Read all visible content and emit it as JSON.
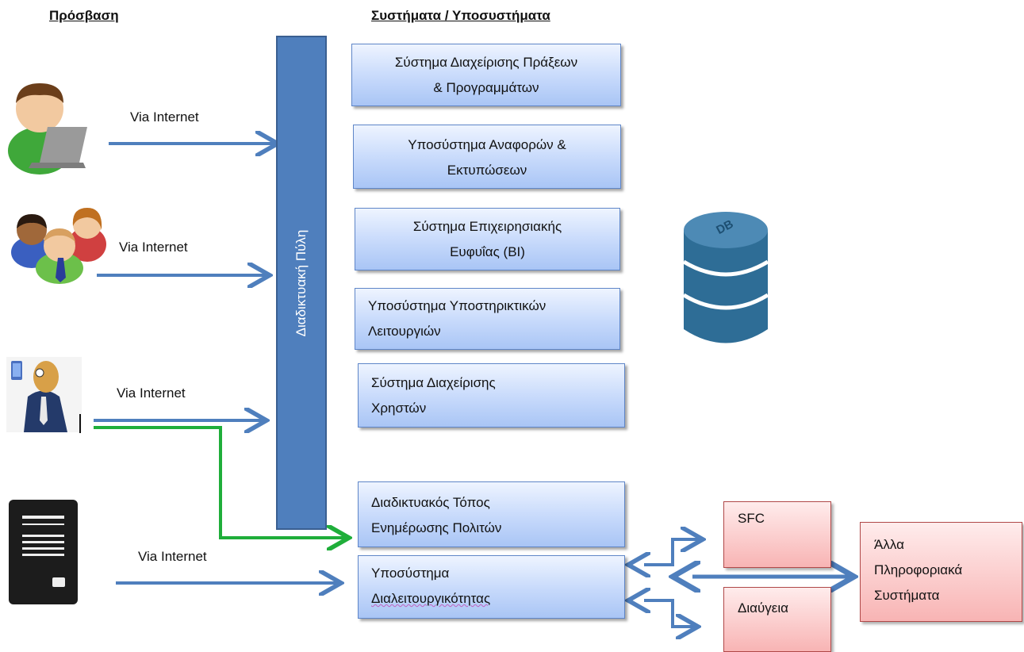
{
  "headings": {
    "access": "Πρόσβαση",
    "systems": "Συστήματα / Υποσυστήματα"
  },
  "access_labels": [
    "Via Internet",
    "Via Internet",
    "Via Internet",
    "Via Internet"
  ],
  "portal_label": "Διαδικτυακή Πύλη",
  "systems": [
    {
      "line1": "Σύστημα Διαχείρισης Πράξεων",
      "line2": "& Προγραμμάτων"
    },
    {
      "line1": "Υποσύστημα Αναφορών &",
      "line2": "Εκτυπώσεων"
    },
    {
      "line1": "Σύστημα Επιχειρησιακής",
      "line2": "Ευφυΐας (BI)"
    },
    {
      "line1": "Υποσύστημα Υποστηρικτικών",
      "line2": "Λειτουργιών"
    },
    {
      "line1": "Σύστημα Διαχείρισης",
      "line2": "Χρηστών"
    }
  ],
  "citizen_site": {
    "line1": "Διαδικτυακός Τόπος",
    "line2": "Ενημέρωσης Πολιτών"
  },
  "interop": {
    "line1": "Υποσύστημα",
    "line2": "Διαλειτουργικότητας"
  },
  "external": {
    "sfc": "SFC",
    "diavgeia": "Διαύγεια",
    "other": [
      "Άλλα",
      "Πληροφοριακά",
      "Συστήματα"
    ]
  },
  "database_label": "DB",
  "colors": {
    "arrow_blue": "#4f7fbd",
    "arrow_green": "#1fae3a",
    "portal": "#4f7fbd",
    "db": "#2e6d96"
  }
}
